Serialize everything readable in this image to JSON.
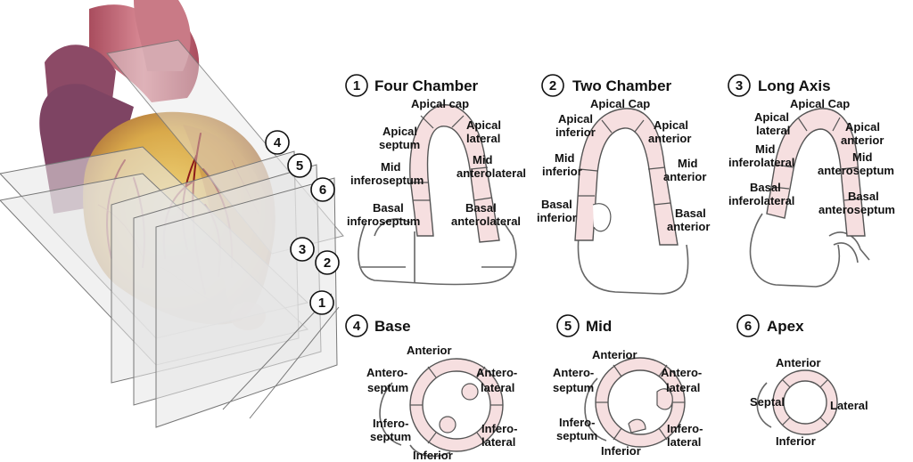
{
  "views": {
    "four_chamber": {
      "number": "1",
      "title": "Four Chamber",
      "apical_cap": "Apical cap",
      "apical_septum": [
        "Apical",
        "septum"
      ],
      "apical_lateral": [
        "Apical",
        "lateral"
      ],
      "mid_inferoseptum": [
        "Mid",
        "inferoseptum"
      ],
      "mid_anterolateral": [
        "Mid",
        "anterolateral"
      ],
      "basal_inferoseptum": [
        "Basal",
        "inferoseptum"
      ],
      "basal_anterolateral": [
        "Basal",
        "anterolateral"
      ]
    },
    "two_chamber": {
      "number": "2",
      "title": "Two Chamber",
      "apical_cap": "Apical Cap",
      "apical_inferior": [
        "Apical",
        "inferior"
      ],
      "apical_anterior": [
        "Apical",
        "anterior"
      ],
      "mid_inferior": [
        "Mid",
        "inferior"
      ],
      "mid_anterior": [
        "Mid",
        "anterior"
      ],
      "basal_inferior": [
        "Basal",
        "inferior"
      ],
      "basal_anterior": [
        "Basal",
        "anterior"
      ]
    },
    "long_axis": {
      "number": "3",
      "title": "Long Axis",
      "apical_cap": "Apical Cap",
      "apical_lateral": [
        "Apical",
        "lateral"
      ],
      "apical_anterior": [
        "Apical",
        "anterior"
      ],
      "mid_inferolateral": [
        "Mid",
        "inferolateral"
      ],
      "mid_anteroseptum": [
        "Mid",
        "anteroseptum"
      ],
      "basal_inferolateral": [
        "Basal",
        "inferolateral"
      ],
      "basal_anteroseptum": [
        "Basal",
        "anteroseptum"
      ]
    },
    "base": {
      "number": "4",
      "title": "Base",
      "anterior": "Anterior",
      "anteroseptum": [
        "Antero-",
        "septum"
      ],
      "anterolateral": [
        "Antero-",
        "lateral"
      ],
      "inferoseptum": [
        "Infero-",
        "septum"
      ],
      "inferolateral": [
        "Infero-",
        "lateral"
      ],
      "inferior": "Inferior"
    },
    "mid": {
      "number": "5",
      "title": "Mid",
      "anterior": "Anterior",
      "anteroseptum": [
        "Antero-",
        "septum"
      ],
      "anterolateral": [
        "Antero-",
        "lateral"
      ],
      "inferoseptum": [
        "Infero-",
        "septum"
      ],
      "inferolateral": [
        "Infero-",
        "lateral"
      ],
      "inferior": "Inferior"
    },
    "apex": {
      "number": "6",
      "title": "Apex",
      "anterior": "Anterior",
      "septal": "Septal",
      "lateral": "Lateral",
      "inferior": "Inferior"
    }
  },
  "plane_markers": [
    "4",
    "5",
    "6",
    "3",
    "2",
    "1"
  ],
  "colors": {
    "segment_fill": "#f6dfe0",
    "heart_muscle": "#d9a94a",
    "aorta": "#c96a78",
    "vessels": "#8b1a1a"
  }
}
